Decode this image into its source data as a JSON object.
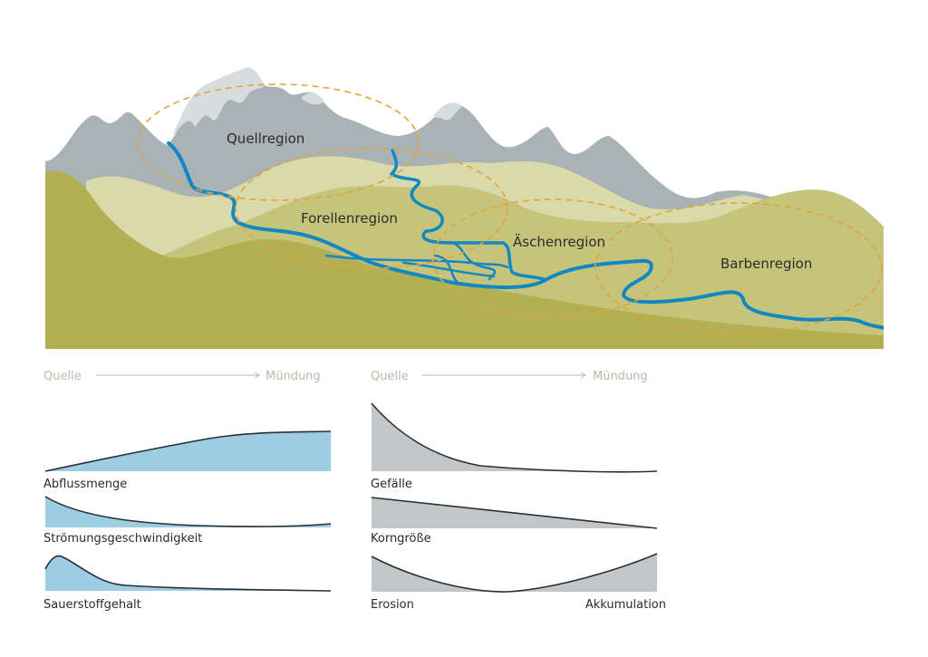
{
  "regions": [
    "Quellregion",
    "Forellenregion",
    "Äschenregion",
    "Barbenregion"
  ],
  "axis": {
    "start": "Quelle",
    "end": "Mündung"
  },
  "profiles_left": [
    "Abflussmenge",
    "Strömungsgeschwindigkeit",
    "Sauerstoffgehalt"
  ],
  "profiles_right": [
    "Gefälle",
    "Korngröße",
    "Erosion",
    "Akkumulation"
  ],
  "colors": {
    "mountain": "#a9b2b5",
    "snow": "#d7dddf",
    "hill_pale": "#d9d9aa",
    "hill_mid": "#c6c47b",
    "hill_front": "#b2b052",
    "river": "#1288c2",
    "region_outline": "#e2a43a",
    "profile_blue": "#9ccde3",
    "profile_grey": "#c3c7c9"
  }
}
